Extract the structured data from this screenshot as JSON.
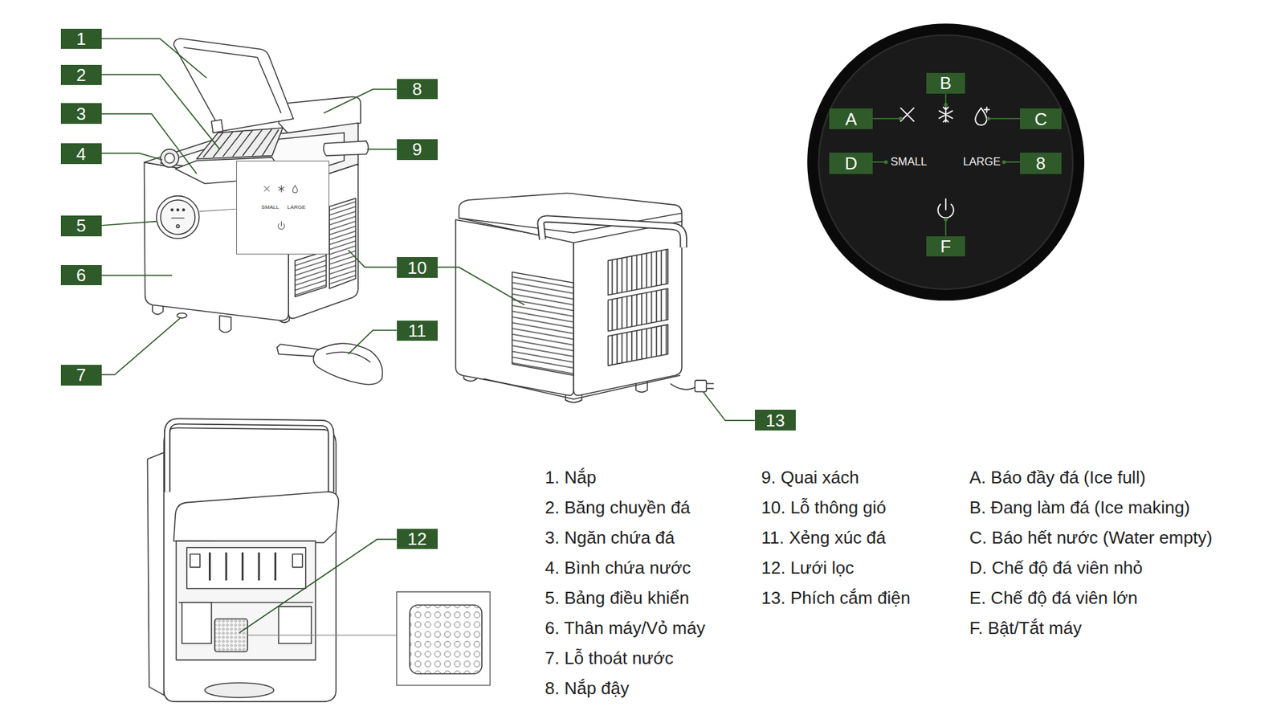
{
  "diagram": {
    "nodes": [
      {
        "text": [
          "1"
        ]
      },
      {
        "text": [
          "2"
        ]
      },
      {
        "text": [
          "3"
        ]
      },
      {
        "text": [
          "4"
        ]
      },
      {
        "text": [
          "5"
        ]
      },
      {
        "text": [
          "6"
        ]
      },
      {
        "text": [
          "7"
        ]
      },
      {
        "text": [
          "SMALL",
          "LARGE"
        ]
      },
      {
        "text": [
          "8"
        ]
      },
      {
        "text": [
          "9"
        ]
      },
      {
        "text": [
          "10"
        ]
      },
      {
        "text": [
          "11"
        ]
      },
      {
        "text": [
          "13"
        ]
      },
      {
        "text": [
          "SMALL",
          "LARGE"
        ]
      },
      {
        "text": [
          "A"
        ],
        "in": 13
      },
      {
        "text": [
          "B"
        ],
        "in": 13
      },
      {
        "text": [
          "C"
        ],
        "in": 13
      },
      {
        "text": [
          "D"
        ],
        "in": 13
      },
      {
        "text": [
          "8"
        ],
        "in": 13
      },
      {
        "text": [
          "F"
        ],
        "in": 13
      },
      {
        "text": [
          "12"
        ]
      }
    ],
    "labels": [
      "1. Nắp",
      "2. Băng chuyền đá",
      "3. Ngăn chứa đá",
      "4. Bình chứa nước",
      "5. Bảng điều khiển",
      "6. Thân máy/Vỏ máy",
      "7. Lỗ thoát nước",
      "8. Nắp đậy",
      "9. Quai xách",
      "10. Lỗ thông gió",
      "11. Xẻng xúc đá",
      "12. Lưới lọc",
      "13. Phích cắm điện",
      "A. Báo đầy đá (Ice full)",
      "B. Đang làm đá (Ice making)",
      "C. Báo hết nước (Water empty)",
      "D. Chế độ đá viên nhỏ",
      "E. Chế độ đá viên lớn",
      "F. Bật/Tắt máy"
    ]
  }
}
